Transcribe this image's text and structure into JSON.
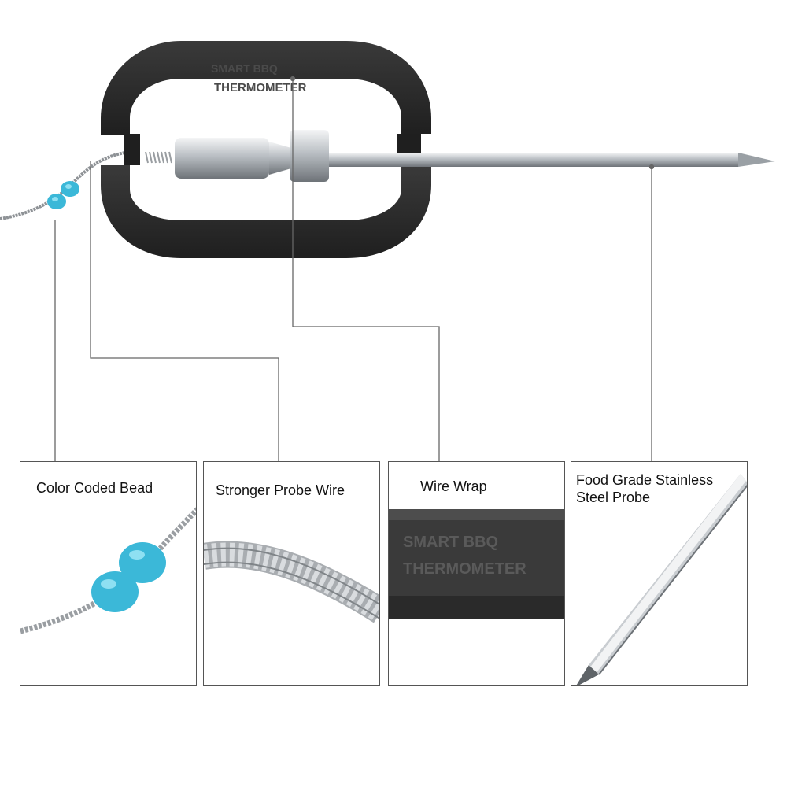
{
  "product": {
    "wrap_embossed_line1": "SMART BBQ",
    "wrap_embossed_line2": "THERMOMETER"
  },
  "callouts": [
    {
      "label": "Color Coded Bead"
    },
    {
      "label": "Stronger Probe Wire"
    },
    {
      "label": "Wire Wrap"
    },
    {
      "label": "Food Grade Stainless\nSteel Probe"
    }
  ],
  "colors": {
    "wrap_body": "#2b2b2b",
    "bead": "#3bb8d8",
    "steel": "#c9cdd1",
    "leader_line": "#666666"
  }
}
